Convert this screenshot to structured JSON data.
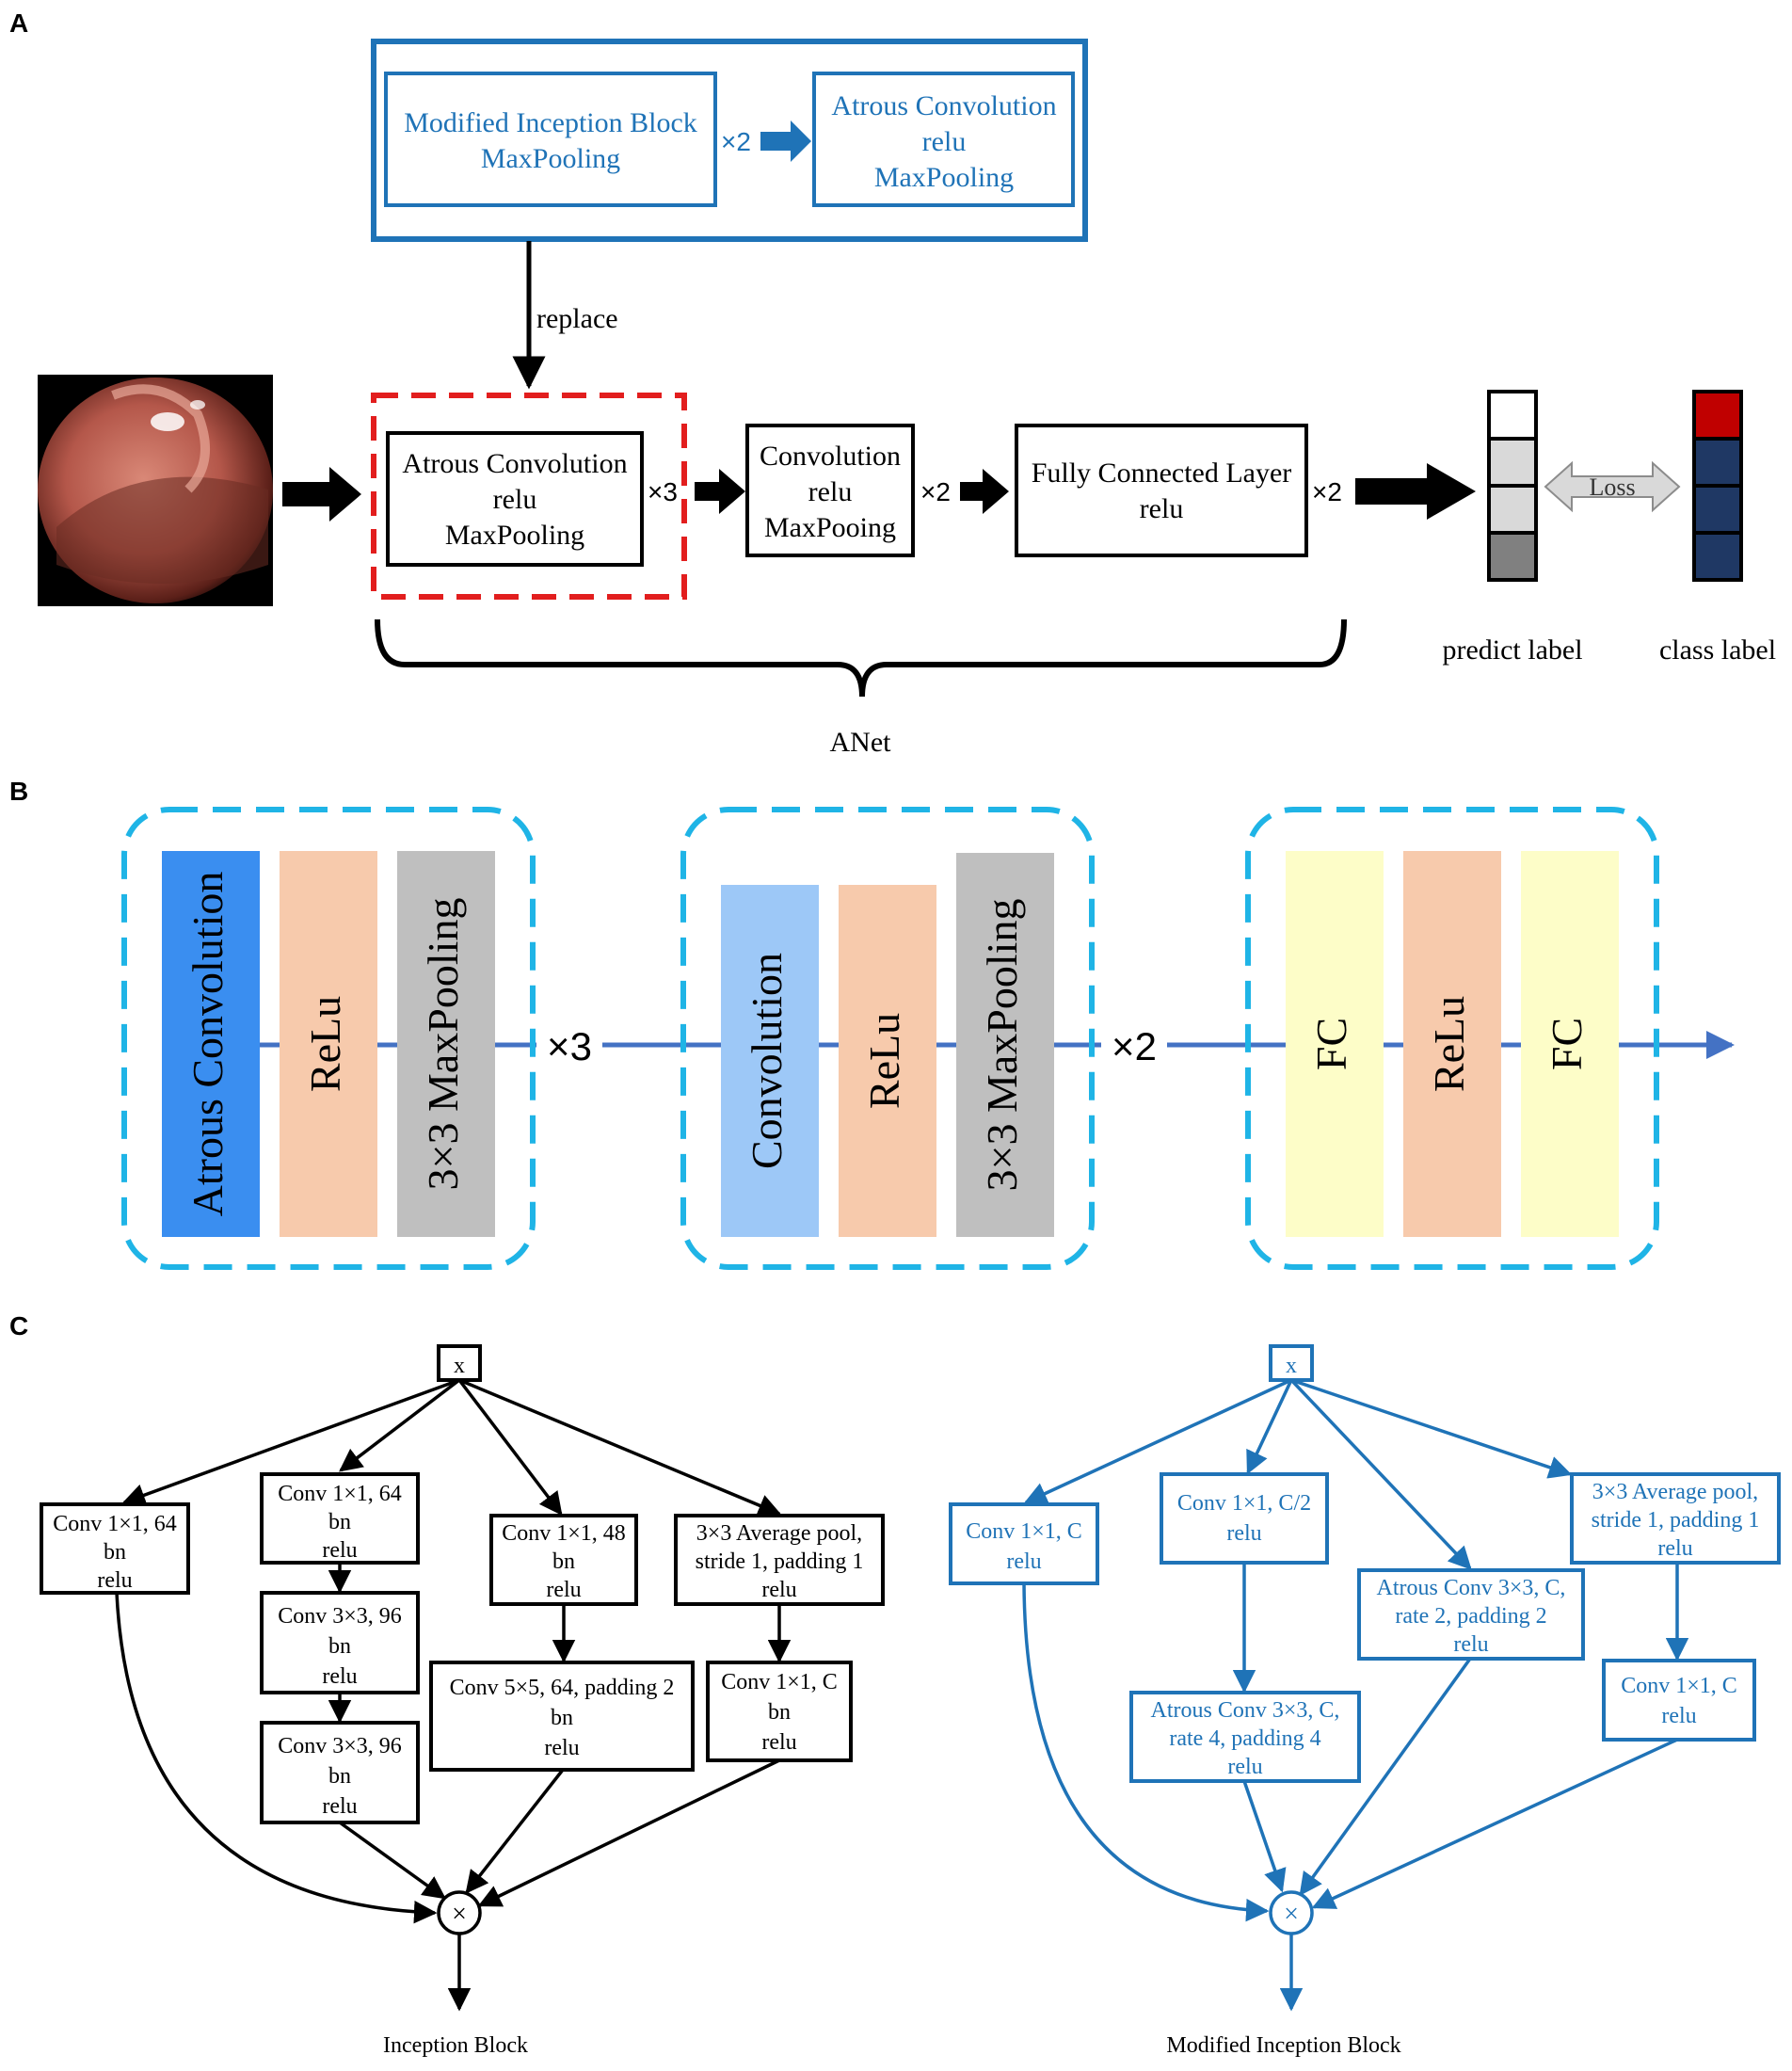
{
  "panels": {
    "A": {
      "label": "A",
      "replacement_block": {
        "inception": [
          "Modified Inception Block",
          "MaxPooling"
        ],
        "inception_repeat": "×2",
        "atrous": [
          "Atrous Convolution",
          "relu",
          "MaxPooling"
        ]
      },
      "replace_label": "replace",
      "atrous_block": [
        "Atrous Convolution",
        "relu",
        "MaxPooling"
      ],
      "atrous_repeat": "×3",
      "conv_block": [
        "Convolution",
        "relu",
        "MaxPooing"
      ],
      "conv_repeat": "×2",
      "fc_block": [
        "Fully Connected Layer",
        "relu"
      ],
      "fc_repeat": "×2",
      "loss_label": "Loss",
      "predict_label": "predict label",
      "class_label": "class label",
      "anet_label": "ANet",
      "colors": {
        "blue_block": "#1f73b7",
        "dashed_red": "#e21e1e",
        "class_top": "#c00000",
        "class_rest": "#1f3864"
      }
    },
    "B": {
      "label": "B",
      "group1": [
        "Atrous Convolution",
        "ReLu",
        "3×3 MaxPooling"
      ],
      "repeat1": "×3",
      "group2": [
        "Convolution",
        "ReLu",
        "3×3 MaxPooling"
      ],
      "repeat2": "×2",
      "group3": [
        "FC",
        "ReLu",
        "FC"
      ],
      "colors": {
        "atrous": "#3a8ef0",
        "relu": "#f7caac",
        "maxpool": "#bfbfbf",
        "conv": "#9dc8f7",
        "fc": "#fdfdc8",
        "dash": "#1fb4e6",
        "line": "#4472c4"
      }
    },
    "C": {
      "label": "C",
      "inception": {
        "input": "x",
        "b1": [
          "Conv 1×1, 64",
          "bn",
          "relu"
        ],
        "b2a": [
          "Conv 1×1, 64",
          "bn",
          "relu"
        ],
        "b2b": [
          "Conv 3×3, 96",
          "bn",
          "relu"
        ],
        "b2c": [
          "Conv 3×3, 96",
          "bn",
          "relu"
        ],
        "b3a": [
          "Conv 1×1, 48",
          "bn",
          "relu"
        ],
        "b3b": [
          "Conv 5×5, 64, padding 2",
          "bn",
          "relu"
        ],
        "b4a": [
          "3×3 Average pool,",
          "stride 1, padding 1",
          "relu"
        ],
        "b4b": [
          "Conv 1×1, C",
          "bn",
          "relu"
        ],
        "merge": "×",
        "caption": "Inception Block"
      },
      "modified": {
        "input": "x",
        "b1": [
          "Conv 1×1, C",
          "relu"
        ],
        "b2a": [
          "Conv 1×1, C/2",
          "relu"
        ],
        "b2b": [
          "Atrous Conv 3×3, C,",
          "rate 4, padding 4",
          "relu"
        ],
        "b3": [
          "Atrous Conv 3×3, C,",
          "rate 2, padding 2",
          "relu"
        ],
        "b4a": [
          "3×3 Average pool,",
          "stride 1, padding 1",
          "relu"
        ],
        "b4b": [
          "Conv 1×1, C",
          "relu"
        ],
        "merge": "×",
        "caption": "Modified Inception Block",
        "color": "#1f73b7"
      }
    }
  }
}
